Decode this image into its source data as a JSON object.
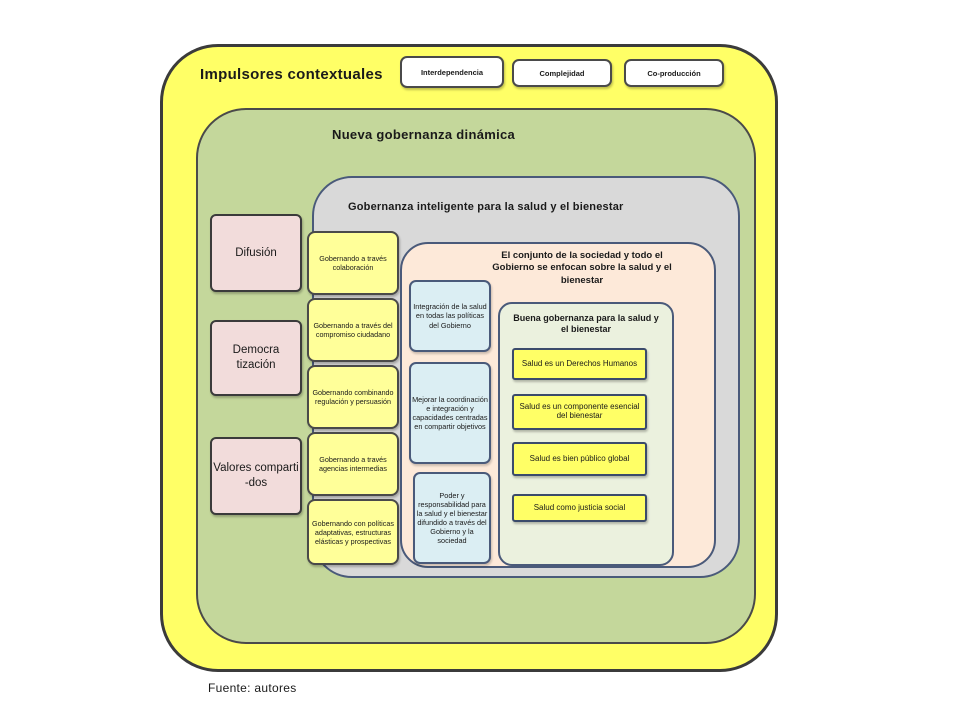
{
  "outer": {
    "title": "Impulsores contextuales",
    "drivers": [
      "Interdependencia",
      "Complejidad",
      "Co-producción"
    ]
  },
  "green": {
    "title": "Nueva gobernanza dinámica",
    "side_boxes": [
      "Difusión",
      "Democra tización",
      "Valores comparti -dos"
    ]
  },
  "gray": {
    "title": "Gobernanza inteligente para la salud y el bienestar",
    "boxes": [
      "Gobernando a través colaboración",
      "Gobernando a través del compromiso ciudadano",
      "Gobernando combinando regulación y persuasión",
      "Gobernando a través agencias intermedias",
      "Gobernando con políticas adaptativas, estructuras elásticas y prospectivas"
    ]
  },
  "peach": {
    "title": "El conjunto de la sociedad y todo el Gobierno se enfocan sobre la salud y el bienestar",
    "boxes": [
      "Integración de la salud en todas las políticas del Gobierno",
      "Mejorar la coordinación e integración y capacidades centradas en compartir objetivos",
      "Poder y responsabilidad para la salud y el bienestar difundido a través del Gobierno y la sociedad"
    ]
  },
  "lgreen": {
    "title": "Buena gobernanza para la salud y el bienestar",
    "boxes": [
      "Salud es un Derechos Humanos",
      "Salud es un componente esencial del bienestar",
      "Salud es bien público global",
      "Salud como justicia social"
    ]
  },
  "source": "Fuente: autores"
}
